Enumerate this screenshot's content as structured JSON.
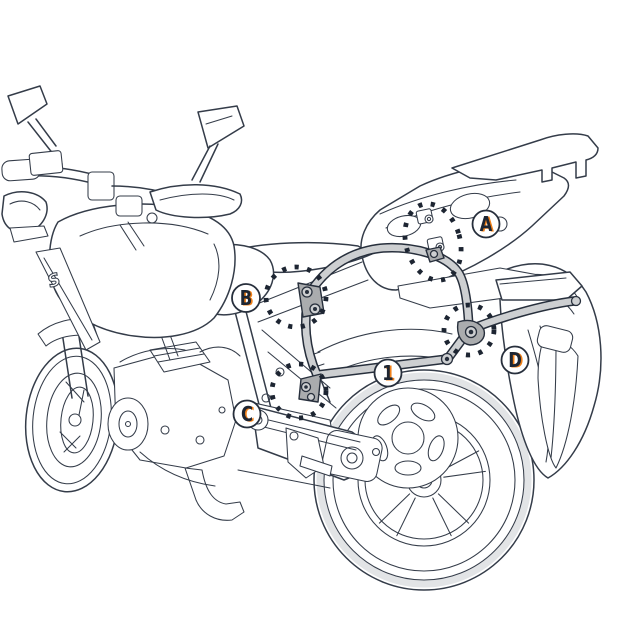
{
  "figure": {
    "kind": "instruction-diagram",
    "subject": "motorcycle-side-case-rack-fitting",
    "tank_badge": "S",
    "callouts": [
      {
        "id": "A",
        "label": "A"
      },
      {
        "id": "B",
        "label": "B"
      },
      {
        "id": "C",
        "label": "C"
      },
      {
        "id": "D",
        "label": "D"
      }
    ],
    "part_labels": [
      {
        "id": "1",
        "label": "1"
      }
    ],
    "colors": {
      "ink": "#343c49",
      "ink_strong": "#272f3c",
      "label_navy": "#1d2532",
      "label_orange": "#f08019",
      "rack_gray": "#cdcfd1",
      "rack_gray_dark": "#aaacae",
      "panel_light": "#f1f2f3",
      "shade_gray": "#e2e4e6",
      "paper": "#ffffff"
    }
  }
}
